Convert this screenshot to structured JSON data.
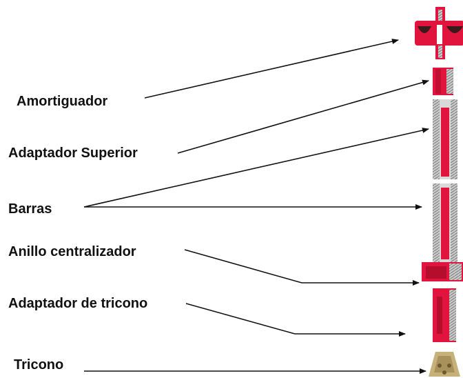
{
  "labels": {
    "amortiguador": "Amortiguador",
    "adaptador_superior": "Adaptador Superior",
    "barras": "Barras",
    "anillo_centralizador": "Anillo centralizador",
    "adaptador_tricono": "Adaptador de tricono",
    "tricono": "Tricono"
  },
  "colors": {
    "part_red": "#e0143c",
    "part_dark": "#3a1a1a",
    "thread_gray": "#9a9a9a",
    "bit_tan": "#c7b07a",
    "arrow": "#111111"
  }
}
